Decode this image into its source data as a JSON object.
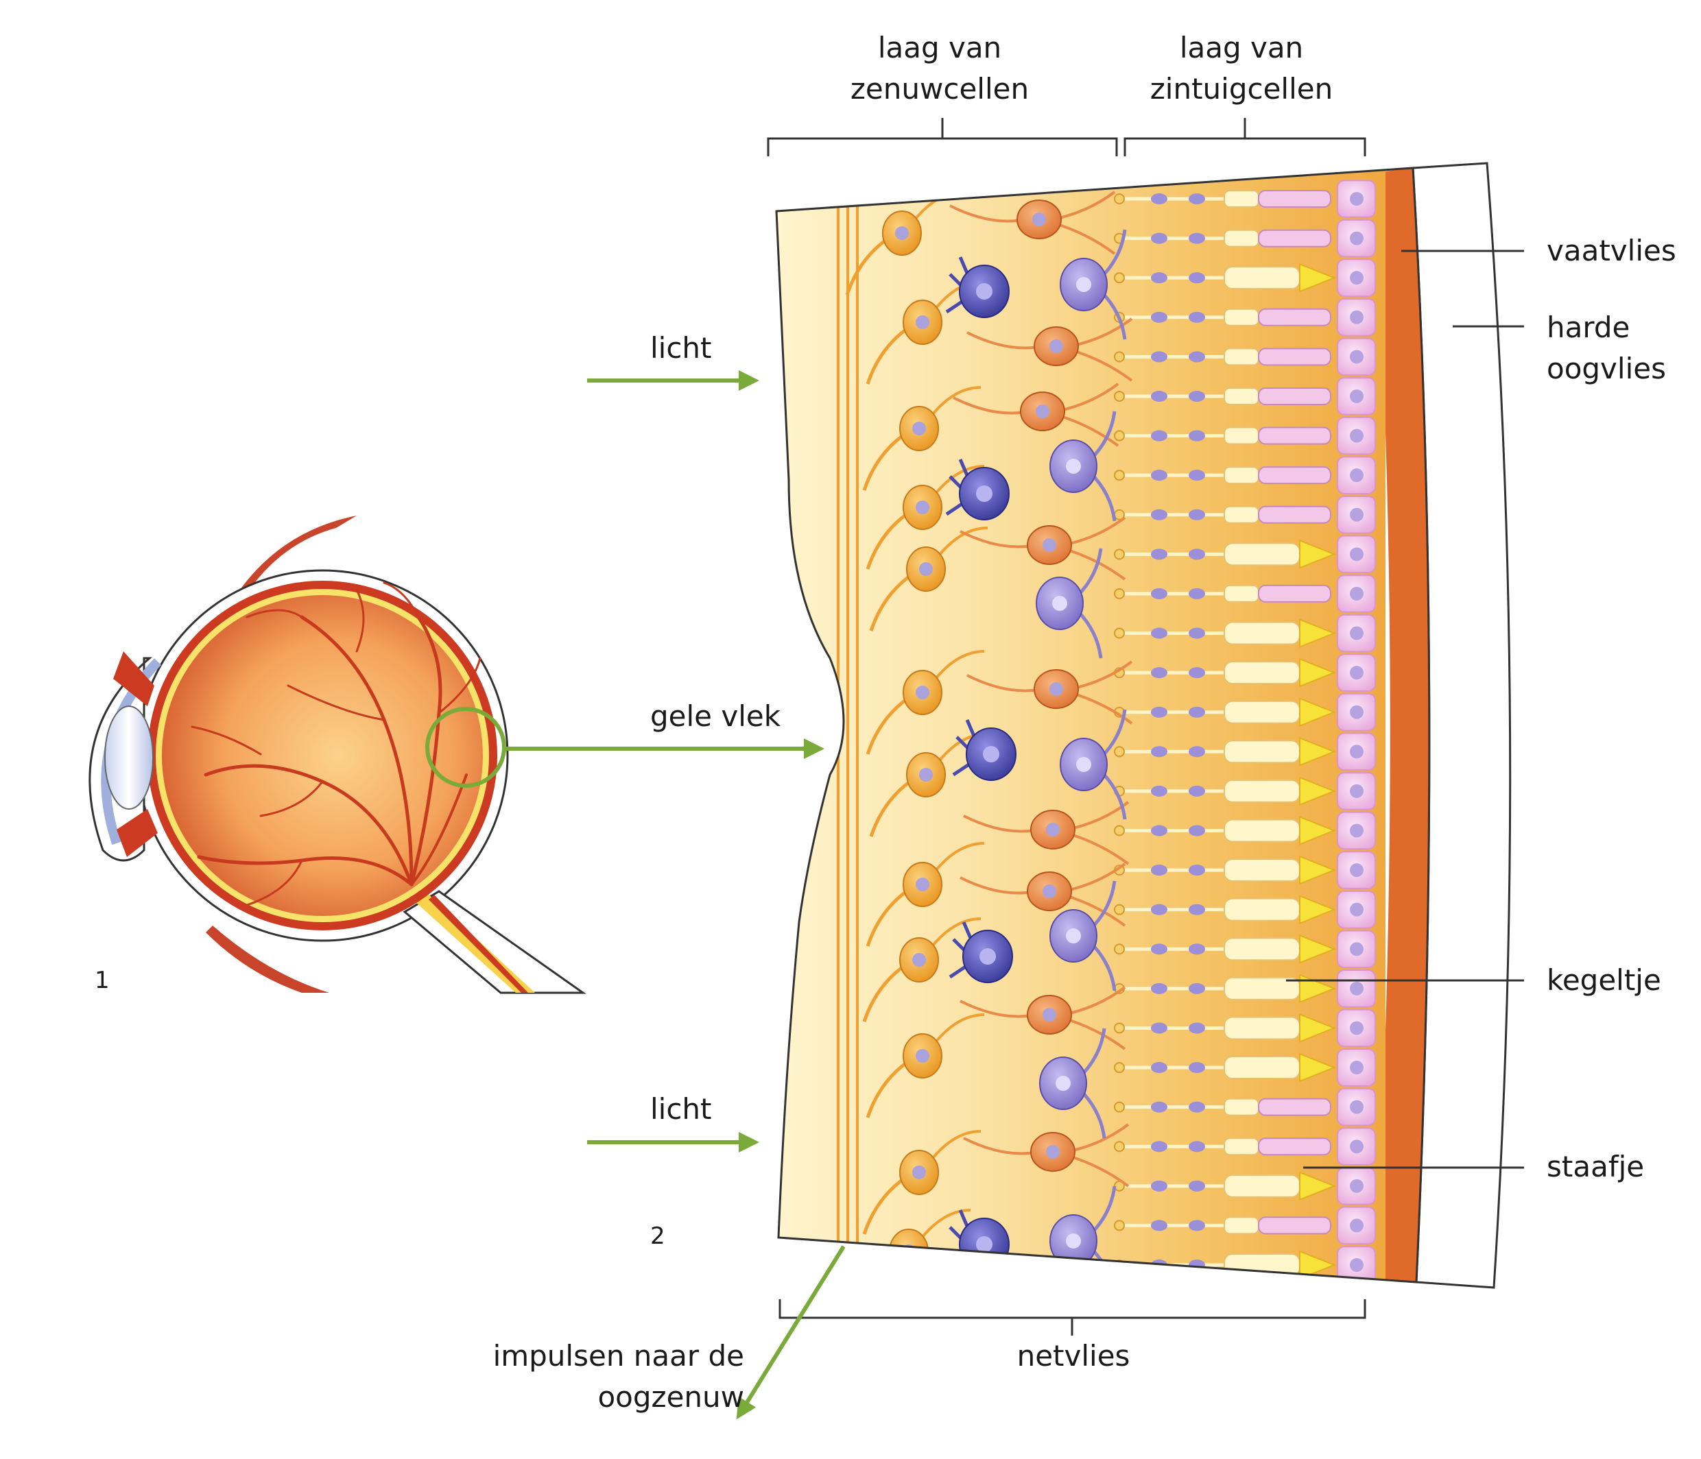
{
  "labels": {
    "nerve_layer_line1": "laag van",
    "nerve_layer_line2": "zenuwcellen",
    "sensory_layer_line1": "laag van",
    "sensory_layer_line2": "zintuigcellen",
    "choroid": "vaatvlies",
    "sclera_line1": "harde",
    "sclera_line2": "oogvlies",
    "light_top": "licht",
    "yellow_spot": "gele vlek",
    "light_bottom": "licht",
    "cone": "kegeltje",
    "rod": "staafje",
    "retina": "netvlies",
    "impulses_line1": "impulsen naar de",
    "impulses_line2": "oogzenuw"
  },
  "figure_numbers": {
    "eye": "1",
    "retina": "2"
  },
  "colors": {
    "arrow_green": "#7aaa3a",
    "background_yellow": "#fbe7b0",
    "ganglion_orange": "#f0a030",
    "bipolar_orange": "#e88b4a",
    "horizontal_blue": "#4a4ab0",
    "amacrine_violet": "#8a80cc",
    "photoreceptor_amber": "#f3b24a",
    "cone_yellow": "#f7e23a",
    "rod_pink": "#f2c7e8",
    "pigment_pink": "#f5cdee",
    "choroid_orange": "#e06a2a",
    "eye_red": "#cc3a22"
  },
  "icons": [
    "eye-cross-section-icon",
    "retina-section-icon",
    "arrow-icon"
  ]
}
